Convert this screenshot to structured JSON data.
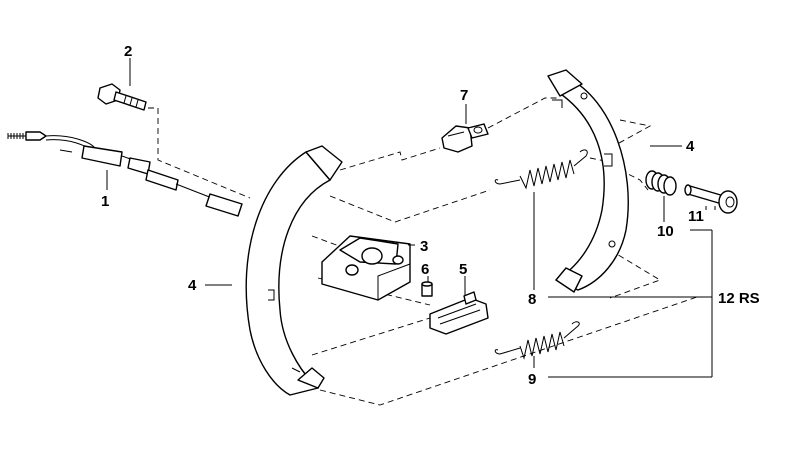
{
  "labels": {
    "l1": "1",
    "l2": "2",
    "l3": "3",
    "l4a": "4",
    "l4b": "4",
    "l5": "5",
    "l6": "6",
    "l7": "7",
    "l8": "8",
    "l9": "9",
    "l10": "10",
    "l11": "11",
    "l12": "12 RS"
  },
  "parts": {
    "cable": "handbrake-cable",
    "bolt": "hex-bolt",
    "bracket": "anchor-bracket",
    "shoe_left": "brake-shoe",
    "shoe_right": "brake-shoe",
    "expander": "expander-lever",
    "pin": "pin",
    "adjuster": "adjuster",
    "upper_spring": "return-spring",
    "lower_spring": "return-spring",
    "hold_spring": "hold-down-spring",
    "hold_pin": "hold-down-pin"
  }
}
